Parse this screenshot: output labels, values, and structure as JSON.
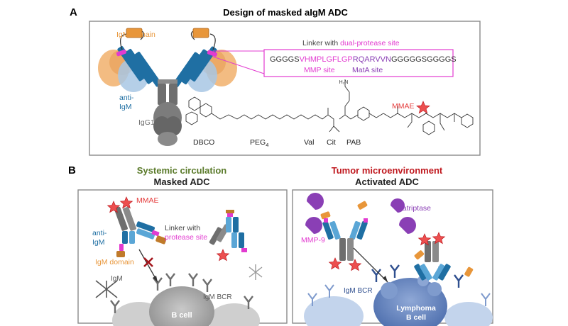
{
  "panel_a": {
    "letter": "A",
    "title": "Design of masked aIgM ADC",
    "igm_domain": "IgM domain",
    "anti_igm_1": "anti-",
    "anti_igm_2": "IgM",
    "igg1": "IgG1",
    "linker_prefix": "Linker with ",
    "linker_suffix": "dual-protease site",
    "seq_pre": "GGGGS",
    "seq_mmp": "VHMPLGFLGP",
    "seq_mata": "RQARVVN",
    "seq_post": "GGGGGSGGGGS",
    "mmp_site": "MMP site",
    "mata_site": "MatA site",
    "mmae": "MMAE",
    "dbco": "DBCO",
    "peg": "PEG",
    "peg_sub": "4",
    "val": "Val",
    "cit": "Cit",
    "pab": "PAB"
  },
  "panel_b": {
    "letter": "B",
    "left_heading": "Systemic circulation",
    "left_sub": "Masked ADC",
    "right_heading": "Tumor microenvironment",
    "right_sub": "Activated ADC",
    "mmae": "MMAE",
    "anti_igm_1": "anti-",
    "anti_igm_2": "IgM",
    "linker_1": "Linker with",
    "linker_2": "protease site",
    "igm_domain": "IgM domain",
    "igm": "IgM",
    "igm_bcr_left": "IgM BCR",
    "b_cell": "B cell",
    "matriptase": "matriptase",
    "mmp9": "MMP-9",
    "igm_bcr_right": "IgM BCR",
    "lymphoma_1": "Lymphoma",
    "lymphoma_2": "B cell"
  },
  "colors": {
    "orange": "#e8963a",
    "blue": "#1f6fa3",
    "light_blue": "#5aa6d6",
    "magenta": "#e23bd0",
    "grey": "#6e6e6e",
    "dark_red": "#c0191f",
    "olive": "#5a7a2a",
    "purple": "#8a3fb5"
  }
}
